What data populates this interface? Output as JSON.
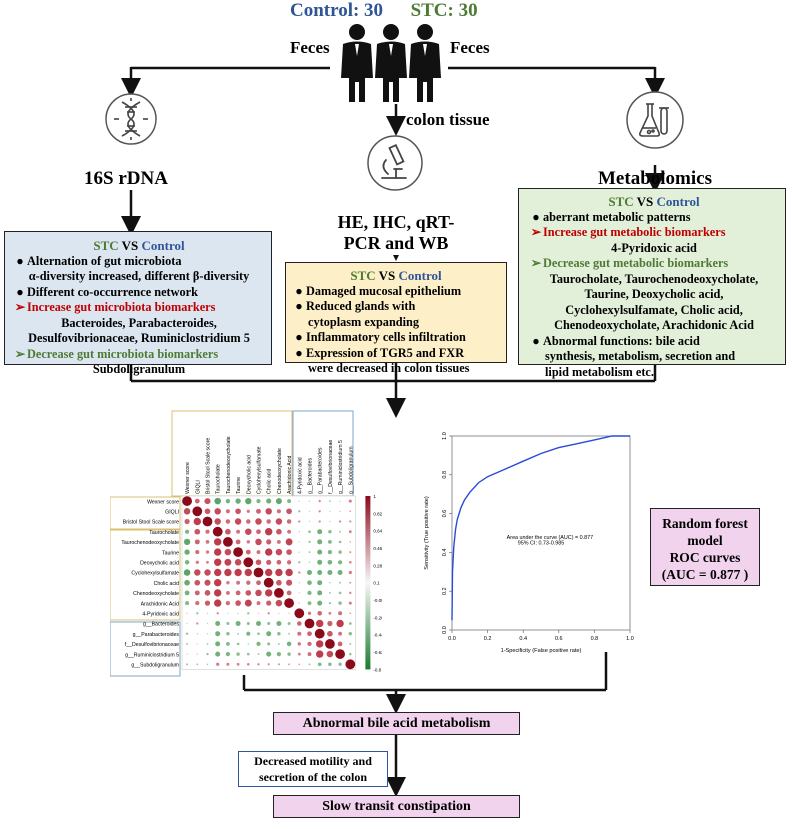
{
  "header": {
    "control_label": "Control: 30",
    "stc_label": "STC: 30"
  },
  "feces_left": "Feces",
  "feces_right": "Feces",
  "colon_tissue": "colon tissue",
  "methods": {
    "rdna": "16S rDNA",
    "histo_line1": "HE, IHC, qRT-",
    "histo_line2": "PCR and WB",
    "metabolomics": "Metabolomics"
  },
  "box_left": {
    "title_stc": "STC",
    "title_vs": " VS ",
    "title_control": "Control",
    "item1": "Alternation of gut microbiota",
    "item1b": "α-diversity increased, different β-diversity",
    "item2": "Different co-occurrence network",
    "item3": "Increase  gut microbiota biomarkers",
    "item3b": "Bacteroides, Parabacteroides,",
    "item3c": "Desulfovibrionaceae, Ruminiclostridium 5",
    "item4": "Decrease  gut microbiota biomarkers",
    "item4b": "Subdoligranulum"
  },
  "box_middle": {
    "title_stc": "STC",
    "title_vs": " VS ",
    "title_control": "Control",
    "item1": "Damaged mucosal epithelium",
    "item2a": "Reduced glands with",
    "item2b": "cytoplasm expanding",
    "item3": "Inflammatory cells infiltration",
    "item4a": "Expression of TGR5 and FXR",
    "item4b": "were decreased in colon tissues"
  },
  "box_right": {
    "title_stc": "STC",
    "title_vs": " VS ",
    "title_control": "Control",
    "item1": "aberrant metabolic patterns",
    "item2": "Increase  gut metabolic biomarkers",
    "item2b": "4-Pyridoxic acid",
    "item3": "Decrease  gut metabolic biomarkers",
    "item3b": "Taurocholate, Taurochenodeoxycholate,",
    "item3c": "Taurine, Deoxycholic acid,",
    "item3d": "Cyclohexylsulfamate, Cholic acid,",
    "item3e": "Chenodeoxycholate, Arachidonic Acid",
    "item4a": "Abnormal functions: bile acid",
    "item4b": "synthesis, metabolism, secretion and",
    "item4c": "lipid metabolism etc."
  },
  "heatmap": {
    "labels": [
      "Wexner score",
      "GIQLI",
      "Bristol Stool Scale score",
      "Taurocholate",
      "Taurochenodeoxycholate",
      "Taurine",
      "Deoxycholic acid",
      "Cyclohexylsulfamate",
      "Cholic acid",
      "Chenodeoxycholate",
      "Arachidonic Acid",
      "4-Pyridoxic acid",
      "g__Bacteroides",
      "g__Parabacteroides",
      "f__Desulfovibrionaceae",
      "g__Ruminiclostridium 5",
      "g__Subdoligranulum"
    ],
    "scale_ticks": [
      "1",
      "0.82",
      "0.64",
      "0.46",
      "0.28",
      "0.1",
      "-0.08",
      "-0.26",
      "-0.44",
      "-0.62",
      "-0.8"
    ],
    "colors": {
      "positive": "#b2182b",
      "negative": "#2e8b3a",
      "neutral": "#f7f7f7"
    }
  },
  "roc": {
    "auc_text": "Area under the curve (AUC) = 0.877",
    "ci_text": "95% CI: 0.73-0.985",
    "xlabel": "1-Specificity (False positive rate)",
    "ylabel": "Sensitivity (True positive rate)",
    "ticks": [
      "0.0",
      "0.2",
      "0.4",
      "0.6",
      "0.8",
      "1.0"
    ]
  },
  "chart_data": {
    "type": "line",
    "title": "",
    "xlabel": "1-Specificity (False positive rate)",
    "ylabel": "Sensitivity (True positive rate)",
    "xlim": [
      0,
      1
    ],
    "ylim": [
      0,
      1
    ],
    "series": [
      {
        "x": [
          0,
          0.003,
          0.01,
          0.02,
          0.03,
          0.05,
          0.07,
          0.1,
          0.15,
          0.2,
          0.25,
          0.3,
          0.4,
          0.5,
          0.6,
          0.7,
          0.8,
          0.85,
          0.9,
          1.0
        ],
        "y": [
          0.05,
          0.3,
          0.43,
          0.52,
          0.57,
          0.63,
          0.67,
          0.71,
          0.76,
          0.79,
          0.81,
          0.83,
          0.87,
          0.91,
          0.94,
          0.96,
          0.98,
          0.99,
          1.0,
          1.0
        ]
      }
    ],
    "annotations": [
      "Area under the curve (AUC) = 0.877",
      "95% CI: 0.73-0.985"
    ]
  },
  "rf_box": {
    "line1": "Random forest",
    "line2": "model",
    "line3": "ROC curves",
    "line4": "(AUC = 0.877 )"
  },
  "abnormal_bile": "Abnormal bile acid metabolism",
  "motility_line1": "Decreased motility and",
  "motility_line2": "secretion of the colon",
  "slow_transit": "Slow transit constipation"
}
